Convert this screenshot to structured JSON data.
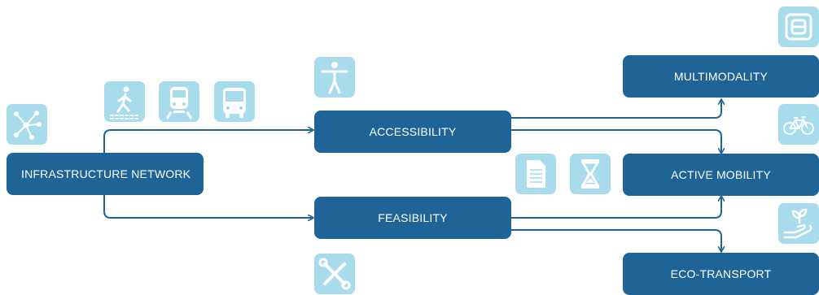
{
  "nodes": {
    "infrastructure": "INFRASTRUCTURE NETWORK",
    "accessibility": "ACCESSIBILITY",
    "feasibility": "FEASIBILITY",
    "multimodality": "MULTIMODALITY",
    "active_mobility": "ACTIVE MOBILITY",
    "eco_transport": "ECO-TRANSPORT"
  },
  "icons": [
    "network-icon",
    "pedestrian-icon",
    "train-icon",
    "bus-icon",
    "accessibility-person-icon",
    "tools-icon",
    "document-icon",
    "hourglass-icon",
    "modality-icon",
    "bicycle-icon",
    "eco-hand-icon"
  ],
  "colors": {
    "node_fill": "#1e6496",
    "icon_fill": "#a8dcec",
    "connector": "#1e6496"
  }
}
